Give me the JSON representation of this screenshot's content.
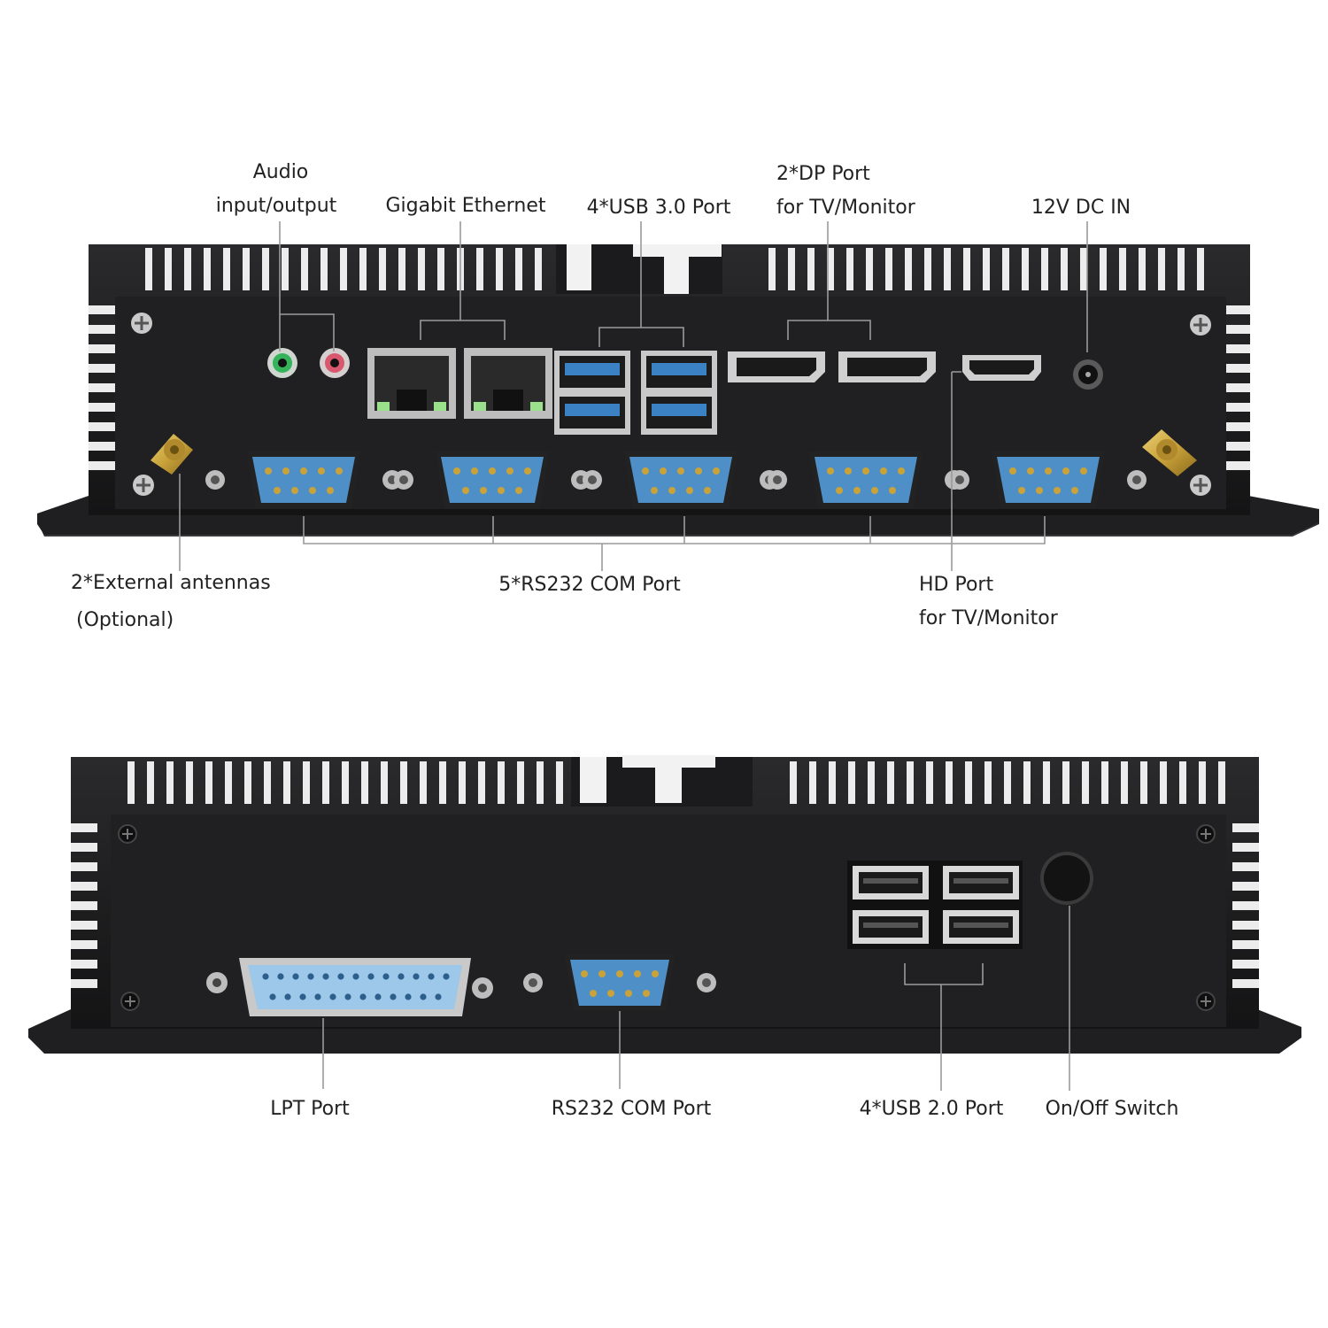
{
  "colors": {
    "background": "#ffffff",
    "chassis": "#1b1b1d",
    "chassis_panel": "#202022",
    "fin_gap": "#ededed",
    "port_blue": "#3a82c4",
    "db9_blue": "#4f8fc8",
    "lpt_blue": "#9ec8ea",
    "gold": "#c9a23a",
    "leader_line": "#9a9a9a",
    "text": "#222222"
  },
  "front_panel": {
    "labels": {
      "audio_line1": "Audio",
      "audio_line2": "input/output",
      "ethernet": "Gigabit Ethernet",
      "usb3": "4*USB 3.0 Port",
      "dp_line1": "2*DP Port",
      "dp_line2": "for TV/Monitor",
      "dc_in": "12V DC IN",
      "antennas_line1": "2*External antennas",
      "antennas_line2": "(Optional)",
      "com_ports": "5*RS232 COM Port",
      "hd_line1": "HD Port",
      "hd_line2": "for TV/Monitor"
    },
    "ports": {
      "audio_jacks": [
        "green",
        "red"
      ],
      "ethernet_count": 2,
      "usb3_count": 4,
      "dp_count": 2,
      "hd_count": 1,
      "com_count": 5,
      "antenna_count": 2
    }
  },
  "rear_panel": {
    "labels": {
      "lpt": "LPT Port",
      "com": "RS232 COM Port",
      "usb2": "4*USB 2.0 Port",
      "power": "On/Off Switch"
    },
    "ports": {
      "lpt_count": 1,
      "com_count": 1,
      "usb2_count": 4,
      "power_switch_count": 1
    }
  }
}
